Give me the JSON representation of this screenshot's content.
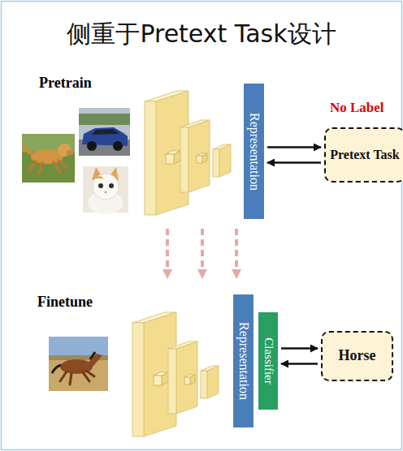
{
  "diagram": {
    "title": "侧重于Pretext Task设计",
    "nodes": [
      {
        "text": [
          "Representation"
        ]
      },
      {
        "text": [
          "Pretext Task"
        ]
      },
      {
        "text": [
          "Representation"
        ]
      },
      {
        "text": [
          "Classifier"
        ]
      },
      {
        "text": [
          "Horse"
        ]
      }
    ],
    "edges": [
      {
        "from": 0,
        "to": 1,
        "arrow": "to"
      },
      {
        "from": 1,
        "to": 0,
        "arrow": "to"
      },
      {
        "from": 3,
        "to": 4,
        "arrow": "to"
      },
      {
        "from": 4,
        "to": 3,
        "arrow": "to"
      }
    ],
    "labels": [
      "Pretrain",
      "No Label",
      "Finetune"
    ]
  }
}
